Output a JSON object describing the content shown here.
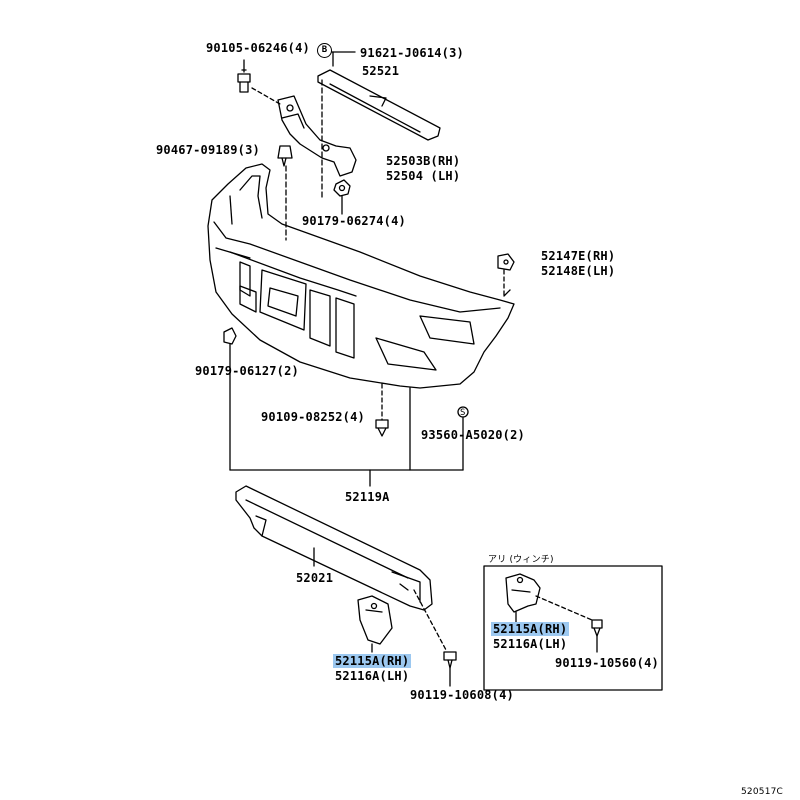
{
  "callouts": {
    "p_90105": "90105-06246(4)",
    "p_b_marker": "B",
    "p_91621": "91621-J0614(3)",
    "p_52521": "52521",
    "p_90467": "90467-09189(3)",
    "p_52503b": "52503B(RH)",
    "p_52504": "52504  (LH)",
    "p_90179_06274": "90179-06274(4)",
    "p_52147e": "52147E(RH)",
    "p_52148e": "52148E(LH)",
    "p_90179_06127": "90179-06127(2)",
    "p_90109": "90109-08252(4)",
    "p_s_marker": "S",
    "p_93560": "93560-A5020(2)",
    "p_52119a": "52119A",
    "p_52021": "52021",
    "p_52115a_main": "52115A(RH)",
    "p_52116a_main": "52116A(LH)",
    "p_90119_10608": "90119-10608(4)",
    "inset_title": "アリ (ウィンチ)",
    "p_52115a_inset": "52115A(RH)",
    "p_52116a_inset": "52116A(LH)",
    "p_90119_10560": "90119-10560(4)",
    "diagram_code": "520517C"
  },
  "highlight_color": "#9cc8f0"
}
